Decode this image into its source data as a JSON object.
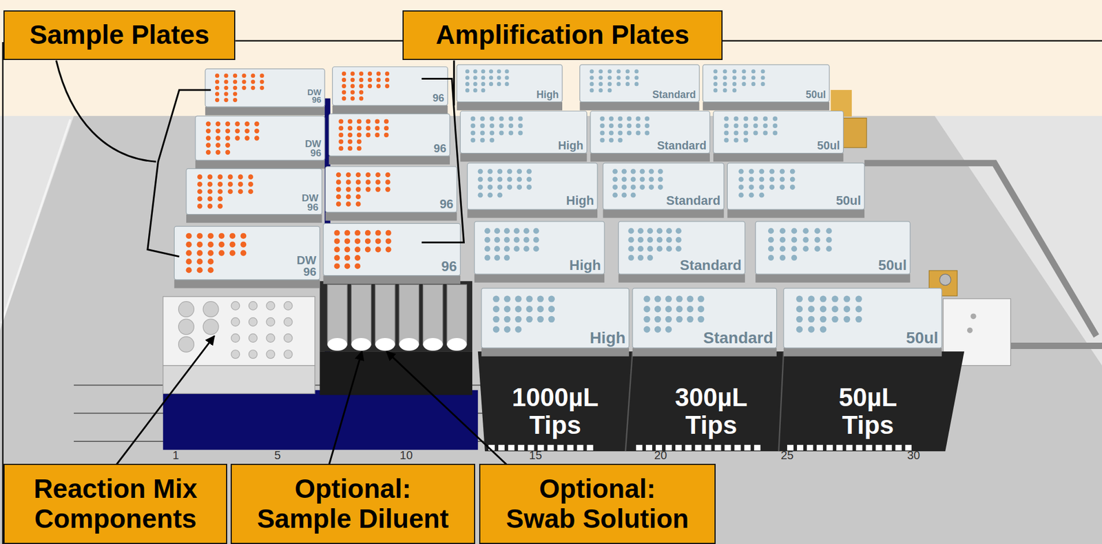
{
  "diagram": {
    "nodes": [
      {
        "text": [
          "Sample Plates"
        ]
      },
      {
        "text": [
          "Amplification Plates"
        ]
      },
      {
        "text": [
          "Reaction Mix Components"
        ]
      },
      {
        "text": [
          "Optional: Sample Diluent"
        ]
      },
      {
        "text": [
          "Optional: Swab Solution"
        ]
      }
    ],
    "labels": [
      "DW 96",
      "96",
      "High",
      "Standard",
      "50ul",
      "DW 96",
      "96",
      "High",
      "Standard",
      "50ul",
      "DW 96",
      "96",
      "High",
      "Standard",
      "50ul",
      "DW 96",
      "96",
      "High",
      "Standard",
      "50ul",
      "High",
      "Standard",
      "50ul",
      "1000µL Tips",
      "300µL Tips",
      "50µL Tips",
      "1",
      "5",
      "10",
      "15",
      "20",
      "25",
      "30"
    ]
  }
}
